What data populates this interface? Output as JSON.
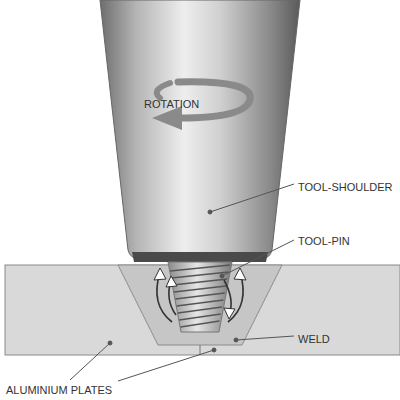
{
  "diagram": {
    "labels": [
      "ROTATION",
      "TOOL-SHOULDER",
      "TOOL-PIN",
      "WELD",
      "ALUMINIUM PLATES"
    ]
  }
}
